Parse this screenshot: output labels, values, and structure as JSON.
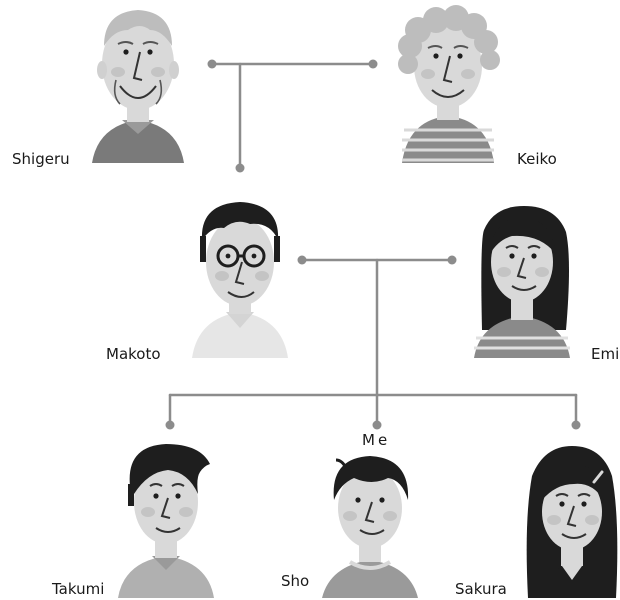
{
  "people": {
    "shigeru": {
      "name": "Shigeru"
    },
    "keiko": {
      "name": "Keiko"
    },
    "makoto": {
      "name": "Makoto"
    },
    "emi": {
      "name": "Emi"
    },
    "takumi": {
      "name": "Takumi"
    },
    "sho": {
      "name": "Sho"
    },
    "sakura": {
      "name": "Sakura"
    }
  },
  "self_marker": "Me",
  "colors": {
    "line": "#8c8c8c",
    "skin": "#d9d9d9",
    "blush": "#c4c4c4",
    "hair_dark": "#1e1e1e",
    "hair_grey": "#bdbdbd",
    "shirt_dark": "#7a7a7a"
  }
}
